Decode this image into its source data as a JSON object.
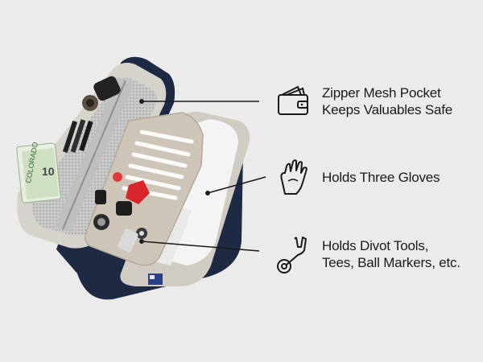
{
  "features": [
    {
      "icon": "wallet-icon",
      "line1": "Zipper Mesh Pocket",
      "line2": "Keeps Valuables Safe"
    },
    {
      "icon": "golf-glove-icon",
      "line1": "Holds Three Gloves",
      "line2": ""
    },
    {
      "icon": "divot-tool-icon",
      "line1": "Holds Divot Tools,",
      "line2": "Tees, Ball Markers, etc."
    }
  ],
  "colors": {
    "background": "#ebebeb",
    "case_shell": "#1e2a44",
    "case_lining": "#cfc9c0",
    "mesh": "#bdbdbd",
    "text": "#1a1a1a"
  }
}
